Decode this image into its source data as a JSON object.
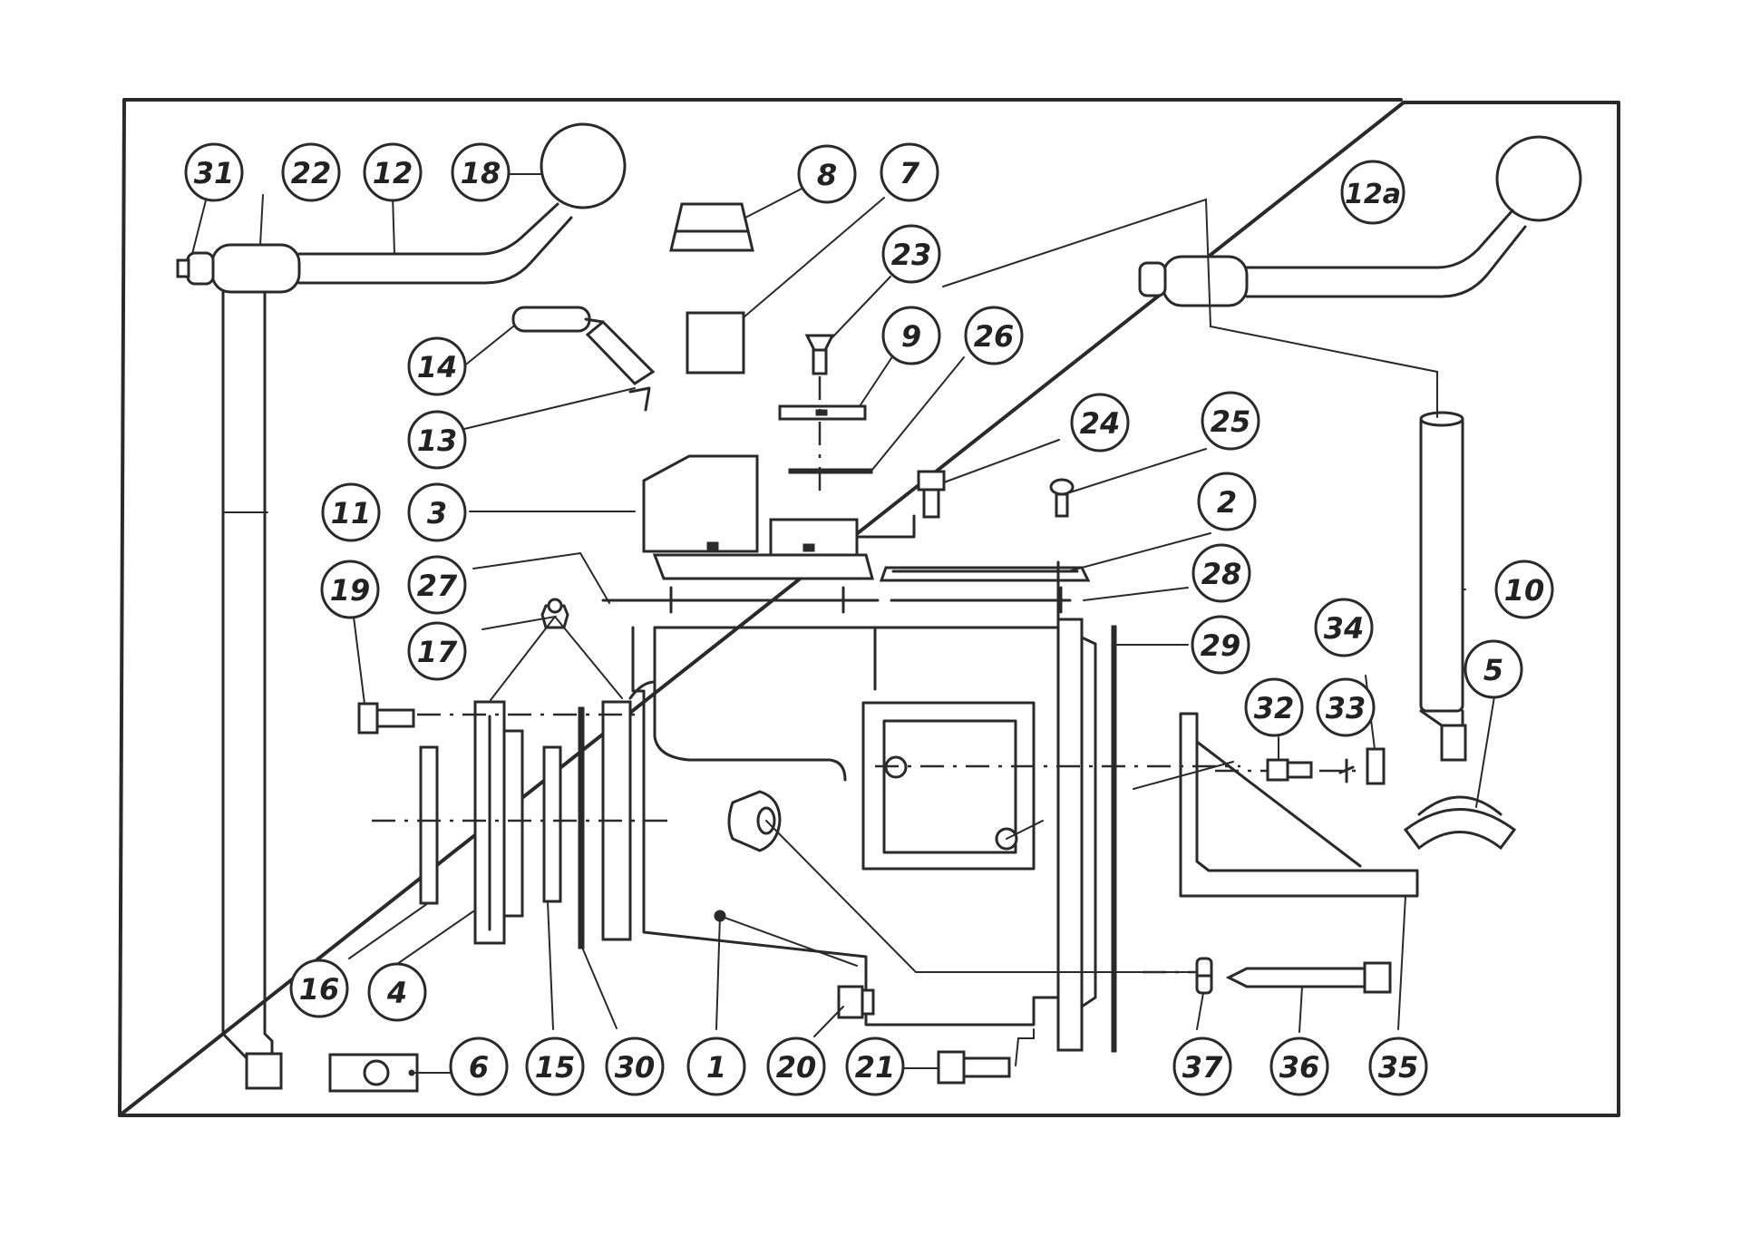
{
  "labels": {
    "p1": "1",
    "p2": "2",
    "p3": "3",
    "p4": "4",
    "p5": "5",
    "p6": "6",
    "p7": "7",
    "p8": "8",
    "p9": "9",
    "p10": "10",
    "p11": "11",
    "p12": "12",
    "p12a": "12a",
    "p13": "13",
    "p14": "14",
    "p15": "15",
    "p16": "16",
    "p17": "17",
    "p18": "18",
    "p19": "19",
    "p20": "20",
    "p21": "21",
    "p22": "22",
    "p23": "23",
    "p24": "24",
    "p25": "25",
    "p26": "26",
    "p27": "27",
    "p28": "28",
    "p29": "29",
    "p30": "30",
    "p31": "31",
    "p32": "32",
    "p33": "33",
    "p34": "34",
    "p35": "35",
    "p36": "36",
    "p37": "37"
  },
  "colors": {
    "ink": "#2a2a2a",
    "paper": "#ffffff"
  }
}
